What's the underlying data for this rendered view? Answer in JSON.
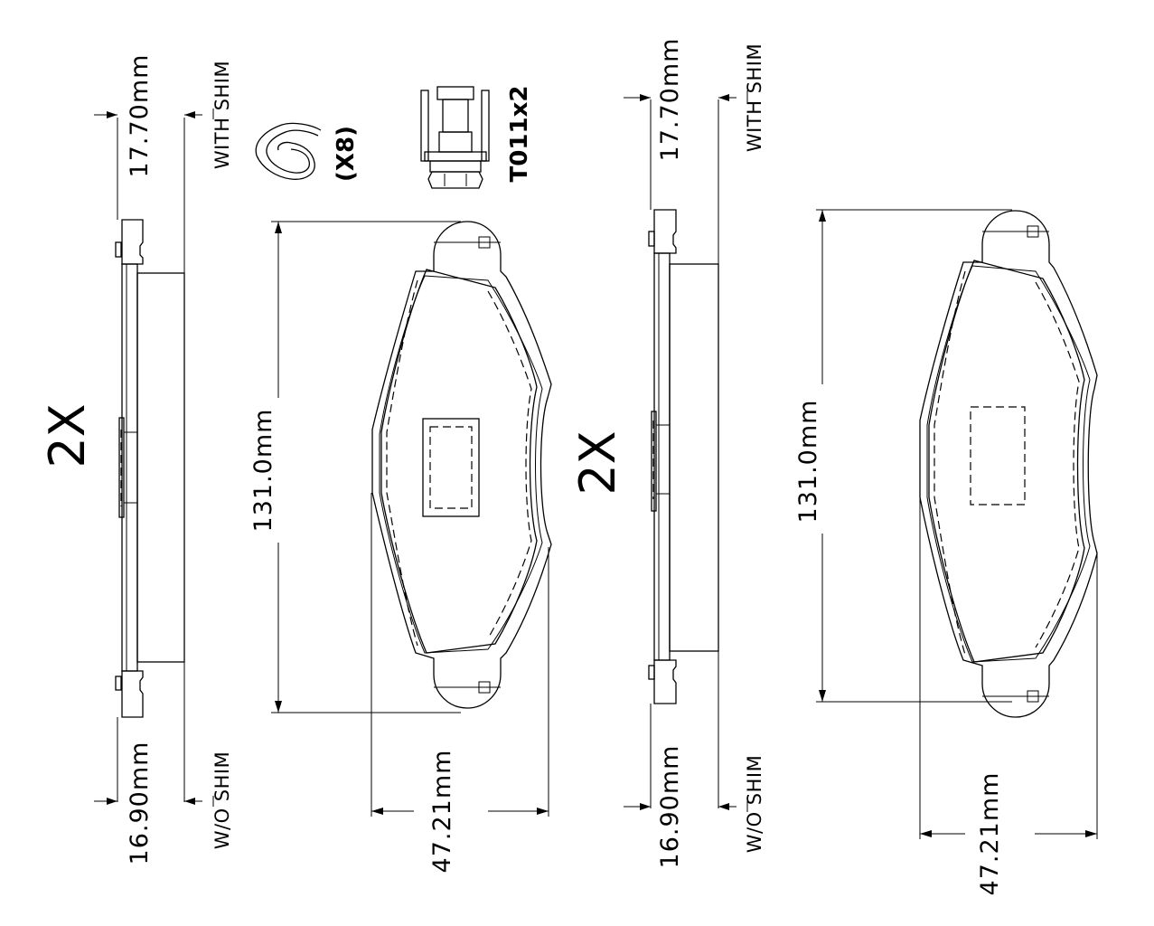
{
  "left_group": {
    "quantity": "2X",
    "side_view": {
      "with_shim_label": "WITH SHIM",
      "with_shim_thickness": "17.70mm",
      "without_shim_label": "W/O SHIM",
      "without_shim_thickness": "16.90mm"
    },
    "front_view": {
      "length": "131.0mm",
      "width": "47.21mm"
    },
    "hardware": {
      "clip_quantity": "(X8)",
      "sensor_part": "T011x2"
    }
  },
  "right_group": {
    "quantity": "2X",
    "side_view": {
      "with_shim_label": "WITH SHIM",
      "with_shim_thickness": "17.70mm",
      "without_shim_label": "W/O SHIM",
      "without_shim_thickness": "16.90mm"
    },
    "front_view": {
      "length": "131.0mm",
      "width": "47.21mm"
    }
  }
}
